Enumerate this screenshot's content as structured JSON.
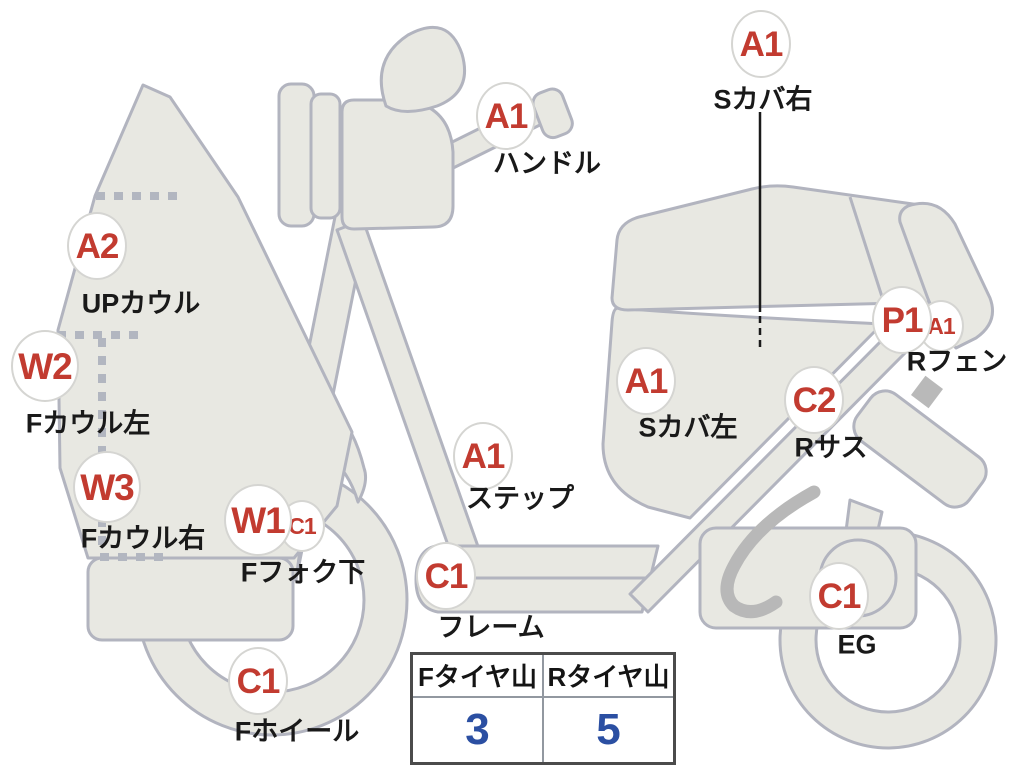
{
  "diagram": {
    "type": "scooter-condition-diagram",
    "markers": {
      "scover_right": {
        "code": "A1",
        "label": "Sカバ右"
      },
      "handle": {
        "code": "A1",
        "label": "ハンドル"
      },
      "up_cowl": {
        "code": "A2",
        "label": "UPカウル"
      },
      "fcowl_left": {
        "code": "W2",
        "label": "Fカウル左"
      },
      "fcowl_right": {
        "code": "W3",
        "label": "Fカウル右"
      },
      "ffork_lower": {
        "code": "W1",
        "code2": "C1",
        "label": "Fフォク下"
      },
      "fwheel": {
        "code": "C1",
        "label": "Fホイール"
      },
      "step": {
        "code": "A1",
        "label": "ステップ"
      },
      "frame": {
        "code": "C1",
        "label": "フレーム"
      },
      "scover_left": {
        "code": "A1",
        "label": "Sカバ左"
      },
      "rsus": {
        "code": "C2",
        "label": "Rサス"
      },
      "rfender": {
        "code": "P1",
        "code2": "A1",
        "label": "Rフェン"
      },
      "engine": {
        "code": "C1",
        "label": "EG"
      }
    },
    "tire_table": {
      "headers": [
        "Fタイヤ山",
        "Rタイヤ山"
      ],
      "values": [
        "3",
        "5"
      ]
    },
    "colors": {
      "marker_code_red": "#c23b30",
      "tire_value_blue": "#2b4fa2",
      "body_fill": "#e8e8e2",
      "body_outline": "#b2b4bf",
      "muffler_gray": "#b8b8b8"
    }
  }
}
